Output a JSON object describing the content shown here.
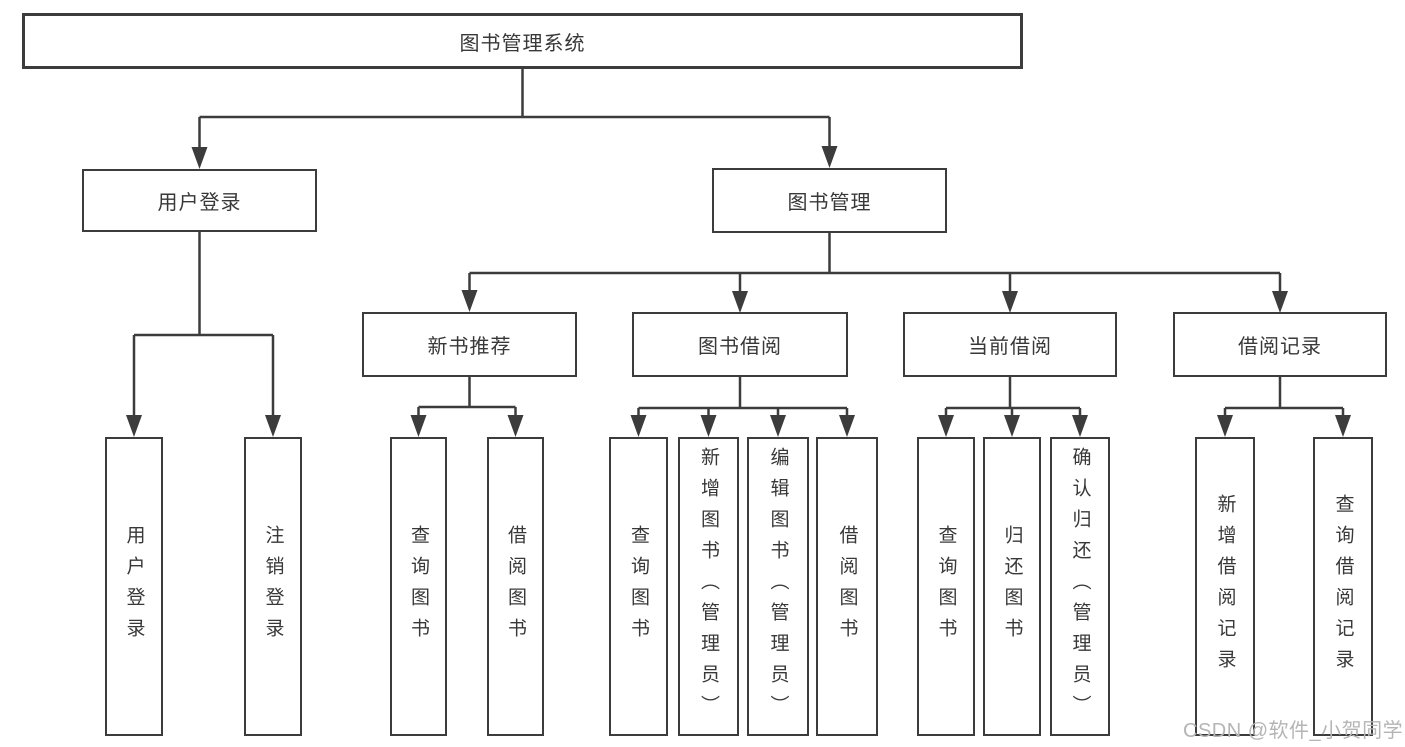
{
  "diagram": {
    "title_node": {
      "label": "图书管理系统"
    },
    "level2": [
      {
        "label": "用户登录"
      },
      {
        "label": "图书管理"
      }
    ],
    "level3": [
      {
        "label": "新书推荐"
      },
      {
        "label": "图书借阅"
      },
      {
        "label": "当前借阅"
      },
      {
        "label": "借阅记录"
      }
    ],
    "leaves": [
      {
        "label": "用户登录",
        "parent": "用户登录"
      },
      {
        "label": "注销登录",
        "parent": "用户登录"
      },
      {
        "label": "查询图书",
        "parent": "新书推荐"
      },
      {
        "label": "借阅图书",
        "parent": "新书推荐"
      },
      {
        "label": "查询图书",
        "parent": "图书借阅"
      },
      {
        "label": "新增图书（管理员）",
        "parent": "图书借阅"
      },
      {
        "label": "编辑图书（管理员）",
        "parent": "图书借阅"
      },
      {
        "label": "借阅图书",
        "parent": "图书借阅"
      },
      {
        "label": "查询图书",
        "parent": "当前借阅"
      },
      {
        "label": "归还图书",
        "parent": "当前借阅"
      },
      {
        "label": "确认归还（管理员）",
        "parent": "当前借阅"
      },
      {
        "label": "新增借阅记录",
        "parent": "借阅记录"
      },
      {
        "label": "查询借阅记录",
        "parent": "借阅记录"
      }
    ],
    "watermark": "CSDN @软件_小贺同学"
  },
  "colors": {
    "line": "#3c3c3c",
    "text": "#383838",
    "watermark": "#b5b5b5",
    "background": "#ffffff"
  }
}
